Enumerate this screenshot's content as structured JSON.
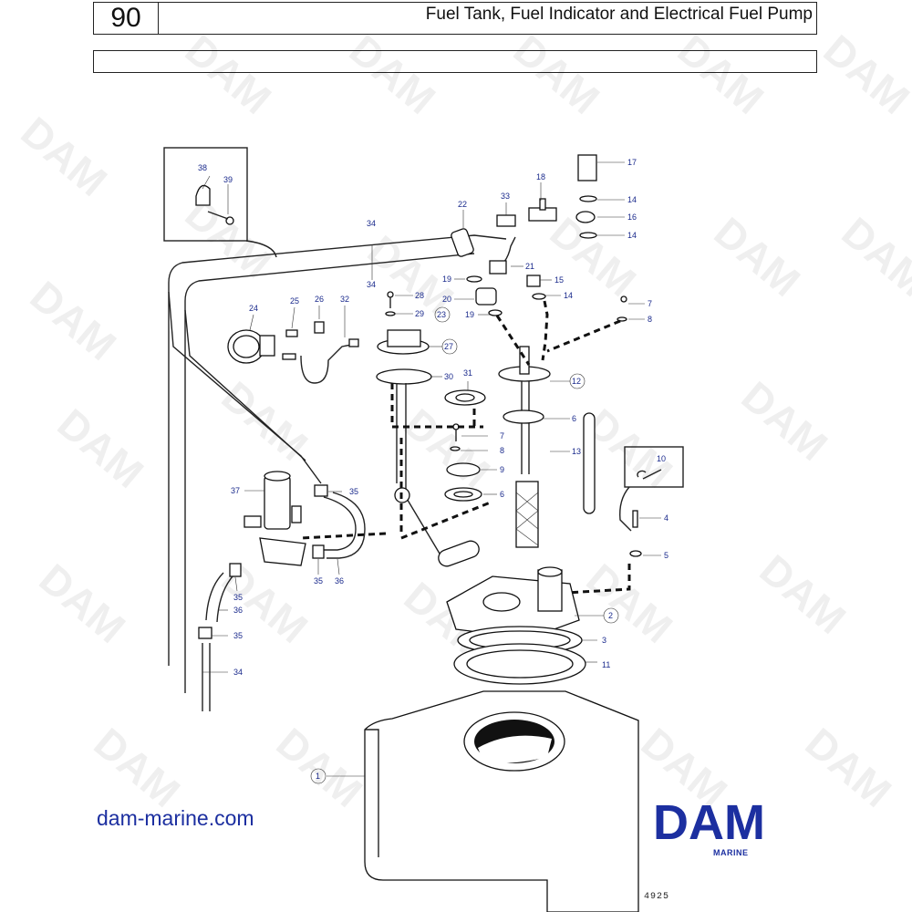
{
  "header": {
    "page_number": "90",
    "title": "Fuel Tank, Fuel Indicator and Electrical Fuel Pump"
  },
  "watermark": "DAM",
  "footer": {
    "website": "dam-marine.com",
    "logo_text": "DAM",
    "logo_subtext": "MARINE",
    "figure_number": "4925",
    "brand_color": "#1c2fa0"
  },
  "callouts": [
    "1",
    "2",
    "3",
    "4",
    "5",
    "6",
    "7",
    "8",
    "9",
    "10",
    "11",
    "12",
    "13",
    "14",
    "15",
    "16",
    "17",
    "18",
    "19",
    "20",
    "21",
    "22",
    "23",
    "24",
    "25",
    "26",
    "27",
    "28",
    "29",
    "30",
    "31",
    "32",
    "33",
    "34",
    "35",
    "36",
    "37",
    "38",
    "39"
  ],
  "labels": {
    "c17": "17",
    "c14a": "14",
    "c16": "16",
    "c14b": "14",
    "c18": "18",
    "c33": "33",
    "c22": "22",
    "c21": "21",
    "c19a": "19",
    "c15": "15",
    "c20": "20",
    "c14c": "14",
    "c19b": "19",
    "c23": "23",
    "c28": "28",
    "c29": "29",
    "c27": "27",
    "c24": "24",
    "c25": "25",
    "c26": "26",
    "c32": "32",
    "c34a": "34",
    "c34b": "34",
    "c38": "38",
    "c39": "39",
    "c7a": "7",
    "c8a": "8",
    "c30": "30",
    "c31": "31",
    "c12": "12",
    "c6a": "6",
    "c13": "13",
    "c7b": "7",
    "c8b": "8",
    "c9": "9",
    "c6b": "6",
    "c10": "10",
    "c4": "4",
    "c5": "5",
    "c37": "37",
    "c35a": "35",
    "c35b": "35",
    "c36a": "36",
    "c35c": "35",
    "c36b": "36",
    "c35d": "35",
    "c34c": "34",
    "c2": "2",
    "c3": "3",
    "c11": "11",
    "c1": "1"
  }
}
